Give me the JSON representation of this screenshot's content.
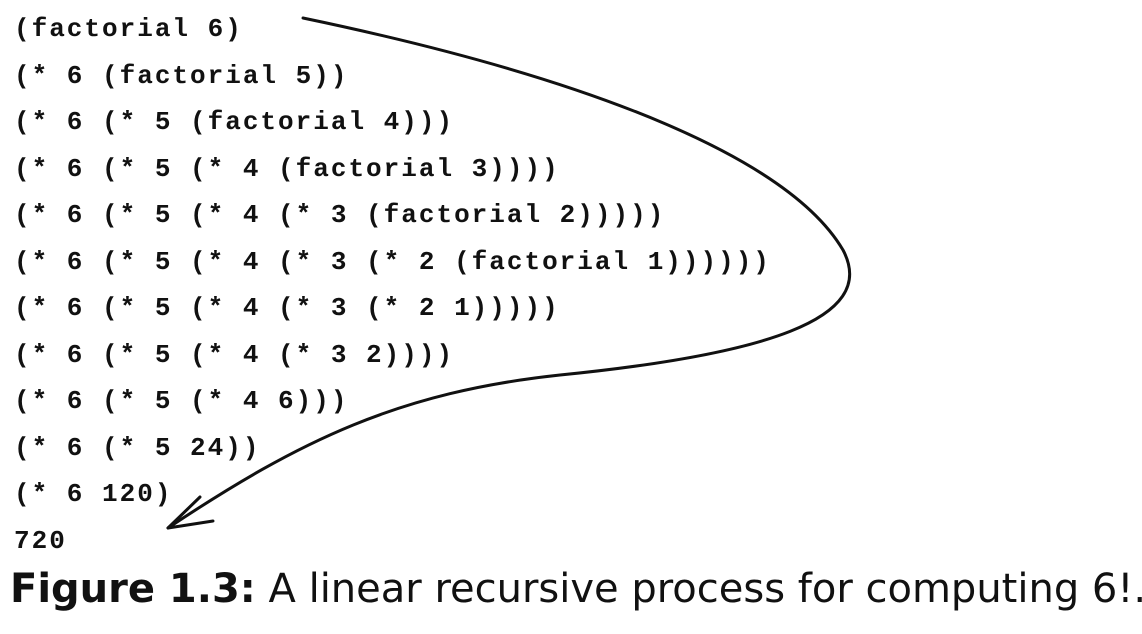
{
  "figure": {
    "lines": [
      "(factorial 6)",
      "(* 6 (factorial 5))",
      "(* 6 (* 5 (factorial 4)))",
      "(* 6 (* 5 (* 4 (factorial 3))))",
      "(* 6 (* 5 (* 4 (* 3 (factorial 2)))))",
      "(* 6 (* 5 (* 4 (* 3 (* 2 (factorial 1))))))",
      "(* 6 (* 5 (* 4 (* 3 (* 2 1)))))",
      "(* 6 (* 5 (* 4 (* 3 2))))",
      "(* 6 (* 5 (* 4 6)))",
      "(* 6 (* 5 24))",
      "(* 6 120)",
      "720"
    ],
    "caption_label": "Figure 1.3:",
    "caption_text": "A linear recursive process for computing 6!."
  },
  "colors": {
    "text": "#111111",
    "background": "#ffffff"
  }
}
